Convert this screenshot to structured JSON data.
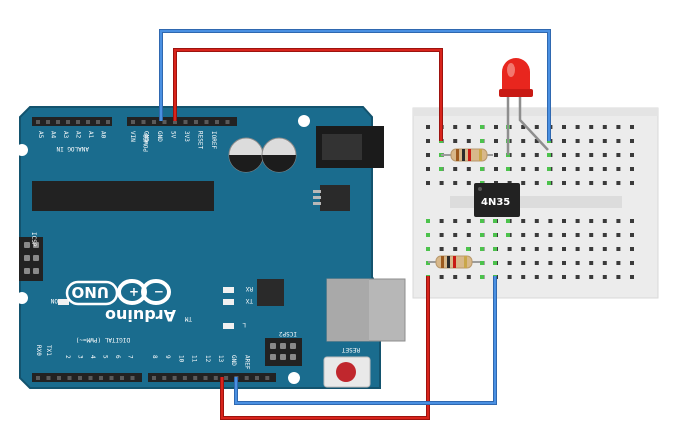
{
  "board": {
    "brand": "Arduino",
    "tm": "TM",
    "model": "UNO",
    "digital_label": "DIGITAL (PWM=~)",
    "analog_label": "ANALOG IN",
    "power_label": "POWER",
    "icsp_label": "ICSP",
    "icsp2_label": "ICSP2",
    "on_label": "ON",
    "rx_label": "RX",
    "tx_label": "TX",
    "l_label": "L",
    "reset_label": "RESET",
    "rx0": "RX0",
    "tx1": "TX1",
    "analog_pins": [
      "A5",
      "A4",
      "A3",
      "A2",
      "A1",
      "A0"
    ],
    "power_pins": [
      "VIN",
      "GND",
      "GND",
      "5V",
      "3V3",
      "RESET",
      "IOREF"
    ],
    "digital_pins": [
      "2",
      "3",
      "4",
      "5",
      "6",
      "7",
      "8",
      "9",
      "10",
      "11",
      "12",
      "13",
      "GND",
      "AREF"
    ]
  },
  "optocoupler": {
    "label": "4N35"
  },
  "colors": {
    "board": "#1a6c8e",
    "board_edge": "#13536e",
    "wire_red": "#c81a14",
    "wire_blue": "#3b7fd1",
    "breadboard": "#efefef",
    "led": "#e8261e",
    "chip": "#222222"
  }
}
